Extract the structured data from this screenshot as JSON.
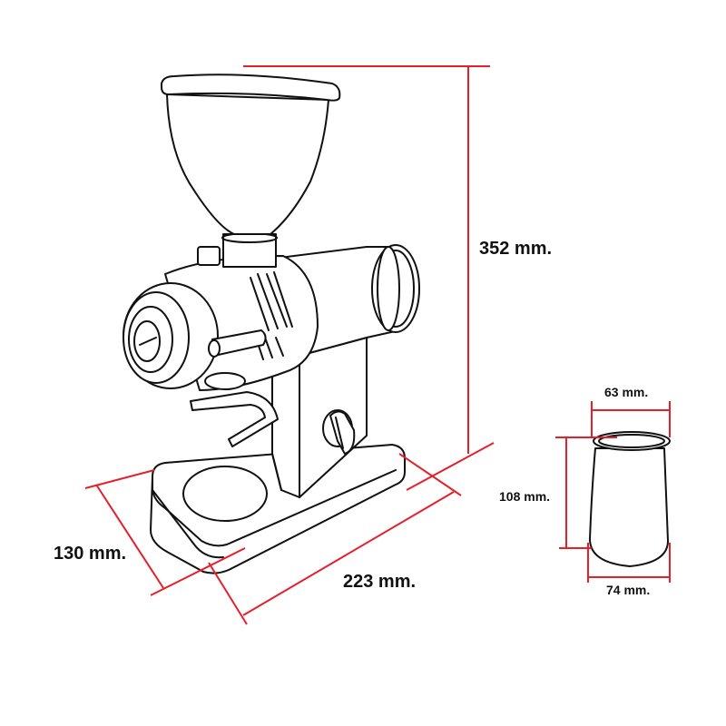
{
  "diagram": {
    "subject": "coffee grinder and dosing cup dimension drawing",
    "line_color": "#111111",
    "dimension_color": "#e5202b",
    "background": "#ffffff"
  },
  "grinder": {
    "height_label": "352 mm.",
    "depth_label": "130 mm.",
    "width_label": "223 mm."
  },
  "cup": {
    "top_width_label": "63 mm.",
    "height_label": "108 mm.",
    "bottom_width_label": "74 mm."
  }
}
